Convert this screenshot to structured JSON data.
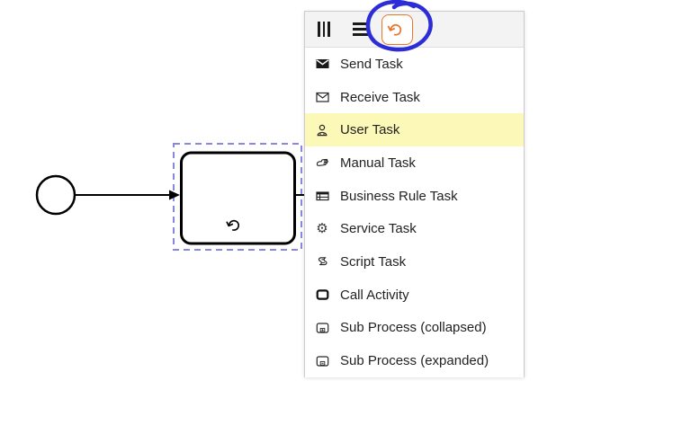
{
  "colors": {
    "accent_orange": "#e8772e",
    "highlight_yellow": "#fcf8b8",
    "selection_purple": "#8888e0",
    "annotation_blue": "#2d2dd8"
  },
  "icons": {
    "loop_glyph": "↺",
    "gear_glyph": "⚙"
  },
  "canvas": {
    "start_event": "start-event-circle",
    "task_marker": "loop",
    "connection": "sequence-flow-arrow",
    "selection": "dashed-selection-outline"
  },
  "annotation": {
    "shape": "hand-drawn-circle",
    "target": "loop-toggle"
  },
  "menu": {
    "header": {
      "toggles": [
        {
          "name": "parallel-multi-instance",
          "active": false
        },
        {
          "name": "sequential-multi-instance",
          "active": false
        },
        {
          "name": "loop",
          "active": true
        }
      ]
    },
    "items": [
      {
        "label": "Send Task",
        "icon": "envelope-filled",
        "highlighted": false
      },
      {
        "label": "Receive Task",
        "icon": "envelope-outline",
        "highlighted": false
      },
      {
        "label": "User Task",
        "icon": "user",
        "highlighted": true
      },
      {
        "label": "Manual Task",
        "icon": "hand",
        "highlighted": false
      },
      {
        "label": "Business Rule Task",
        "icon": "table",
        "highlighted": false
      },
      {
        "label": "Service Task",
        "icon": "gear",
        "highlighted": false
      },
      {
        "label": "Script Task",
        "icon": "scroll",
        "highlighted": false
      },
      {
        "label": "Call Activity",
        "icon": "thick-rounded-rect",
        "highlighted": false
      },
      {
        "label": "Sub Process (collapsed)",
        "icon": "subprocess-plus",
        "highlighted": false
      },
      {
        "label": "Sub Process (expanded)",
        "icon": "subprocess-minus",
        "highlighted": false
      }
    ]
  }
}
